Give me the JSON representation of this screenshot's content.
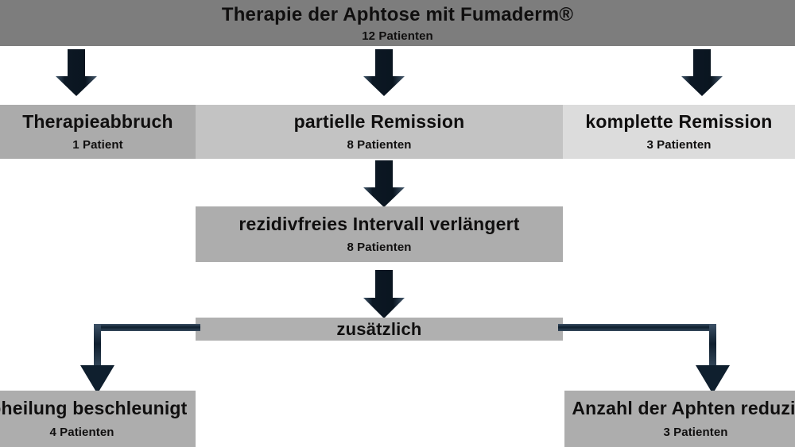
{
  "diagram": {
    "title": "Therapie der Aphtose mit Fumaderm®",
    "type": "flowchart",
    "header": {
      "label": "Therapie der Aphtose mit Fumaderm®",
      "count": "12 Patienten",
      "fill": "#7d7d7d"
    },
    "outcomes": [
      {
        "label": "Therapieabbruch",
        "count": "1 Patient",
        "fill": "#ababab"
      },
      {
        "label": "partielle Remission",
        "count": "8 Patienten",
        "fill": "#c3c3c3"
      },
      {
        "label": "komplette Remission",
        "count": "3 Patienten",
        "fill": "#dcdcdc"
      }
    ],
    "interval": {
      "label": "rezidivfreies Intervall verlängert",
      "count": "8 Patienten",
      "fill": "#adadad"
    },
    "additional": {
      "label": "zusätzlich",
      "fill": "#b0b0b0"
    },
    "effects": [
      {
        "label": "Abheilung beschleunigt",
        "count": "4 Patienten",
        "fill": "#adadad"
      },
      {
        "label": "Anzahl der Aphten reduziert",
        "count": "3 Patienten",
        "fill": "#adadad"
      }
    ],
    "colors": {
      "arrow_dark": "#0c1824",
      "arrow_edge": "#4a6076",
      "text": "#100f0f",
      "background": "#ffffff"
    },
    "icons": {
      "arrow_down": "arrow-down-icon",
      "elbow_left": "elbow-connector-left-icon",
      "elbow_right": "elbow-connector-right-icon"
    }
  }
}
